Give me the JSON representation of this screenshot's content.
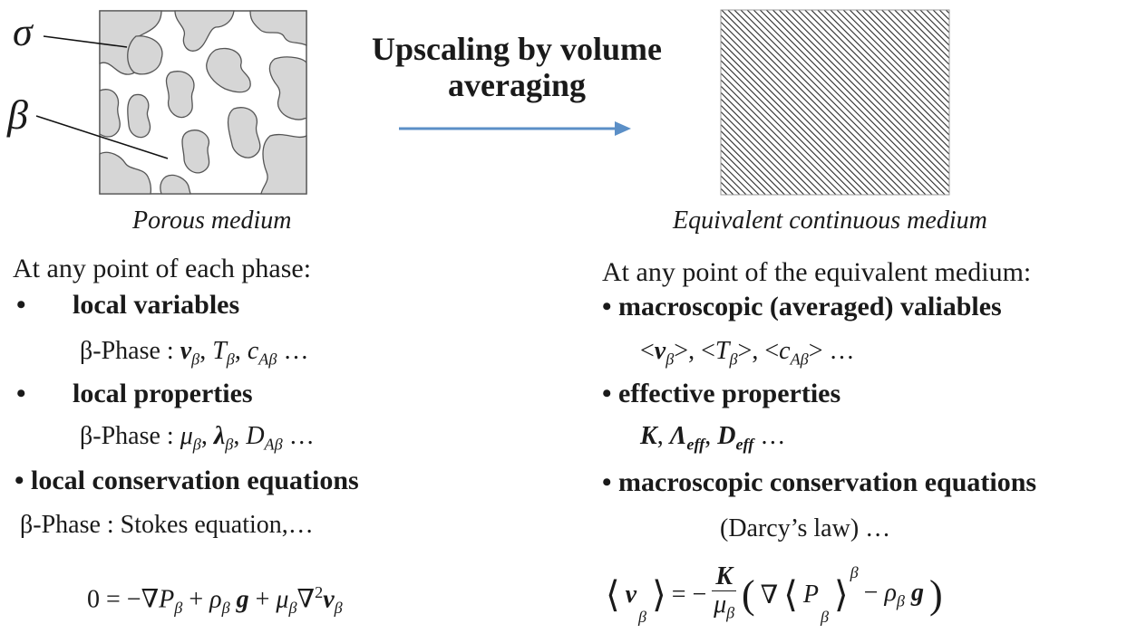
{
  "header": {
    "title_line1": "Upscaling by volume",
    "title_line2": "averaging"
  },
  "left": {
    "sigma_label": "σ",
    "beta_label": "β",
    "caption": "Porous medium",
    "intro": "At any point of each phase:",
    "bullet1": "local variables",
    "bullet1_prefix": "β-Phase : ",
    "bullet2": "local properties",
    "bullet2_prefix": "β-Phase : ",
    "bullet3": "local conservation equations",
    "bullet3_text": "β-Phase : Stokes equation,…"
  },
  "right": {
    "caption": "Equivalent continuous medium",
    "intro": "At any point of the equivalent medium:",
    "bullet1": "macroscopic (averaged) valiables",
    "bullet2": "effective properties",
    "bullet3": "macroscopic conservation equations",
    "darcy": "(Darcy’s law) …"
  },
  "colors": {
    "arrow": "#5b8fc7",
    "solid_phase": "#d6d6d6",
    "outline": "#555555"
  },
  "icons": {
    "bullet": "bullet-dot-icon",
    "arrow": "right-arrow-icon"
  }
}
